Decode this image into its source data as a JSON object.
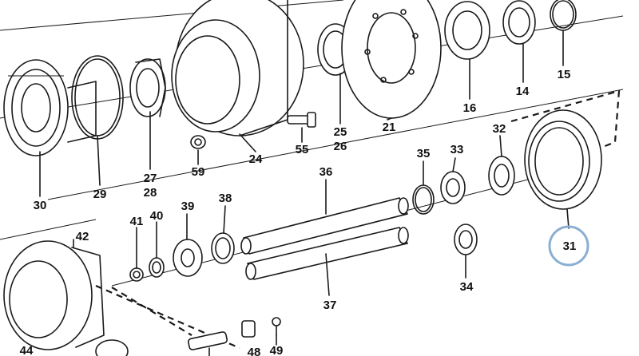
{
  "diagram": {
    "highlight_color": "#8aafd3",
    "line_color": "#1a1a1a",
    "background": "#ffffff",
    "highlighted_part": "31",
    "labels": {
      "p14": "14",
      "p15": "15",
      "p16": "16",
      "p21": "21",
      "p24": "24",
      "p25": "25",
      "p26": "26",
      "p27": "27",
      "p28": "28",
      "p29": "29",
      "p30": "30",
      "p31": "31",
      "p32": "32",
      "p33": "33",
      "p34": "34",
      "p35": "35",
      "p36": "36",
      "p37": "37",
      "p38": "38",
      "p39": "39",
      "p40": "40",
      "p41": "41",
      "p42": "42",
      "p44": "44",
      "p48": "48",
      "p49": "49",
      "p55": "55",
      "p59": "59"
    }
  }
}
